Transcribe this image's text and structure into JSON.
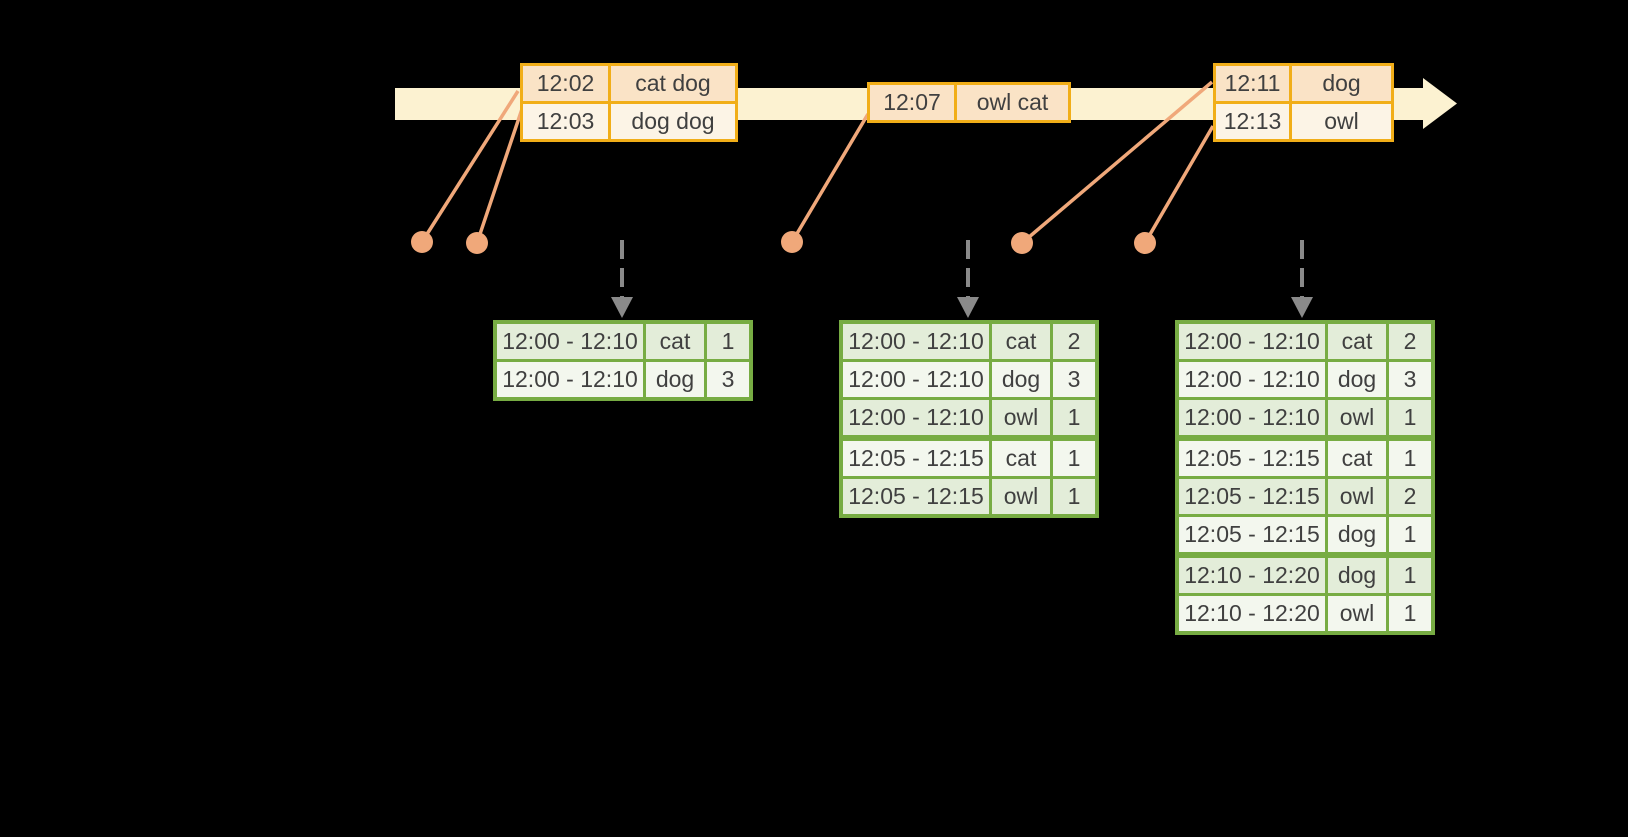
{
  "colors": {
    "background": "#000000",
    "timeline-bar": "#FCF2D1",
    "event-border": "#F1AE18",
    "event-row-dark": "#FAE3C6",
    "event-row-light": "#FCF4E6",
    "event-marker": "#F0A87A",
    "trigger-arrow": "#8A8A8A",
    "result-border": "#77AC43",
    "result-row-dark": "#E3EDD9",
    "result-row-light": "#F3F7EE",
    "cell-text": "#404040"
  },
  "event_tables": [
    {
      "rows": [
        {
          "time": "12:02",
          "words": "cat dog"
        },
        {
          "time": "12:03",
          "words": "dog dog"
        }
      ]
    },
    {
      "rows": [
        {
          "time": "12:07",
          "words": "owl cat"
        }
      ]
    },
    {
      "rows": [
        {
          "time": "12:11",
          "words": "dog"
        },
        {
          "time": "12:13",
          "words": "owl"
        }
      ]
    }
  ],
  "result_tables": [
    {
      "rows": [
        {
          "window": "12:00 - 12:10",
          "word": "cat",
          "count": "1"
        },
        {
          "window": "12:00 - 12:10",
          "word": "dog",
          "count": "3"
        }
      ]
    },
    {
      "rows": [
        {
          "window": "12:00 - 12:10",
          "word": "cat",
          "count": "2"
        },
        {
          "window": "12:00 - 12:10",
          "word": "dog",
          "count": "3"
        },
        {
          "window": "12:00 - 12:10",
          "word": "owl",
          "count": "1"
        },
        {
          "window": "12:05 - 12:15",
          "word": "cat",
          "count": "1"
        },
        {
          "window": "12:05 - 12:15",
          "word": "owl",
          "count": "1"
        }
      ]
    },
    {
      "rows": [
        {
          "window": "12:00 - 12:10",
          "word": "cat",
          "count": "2"
        },
        {
          "window": "12:00 - 12:10",
          "word": "dog",
          "count": "3"
        },
        {
          "window": "12:00 - 12:10",
          "word": "owl",
          "count": "1"
        },
        {
          "window": "12:05 - 12:15",
          "word": "cat",
          "count": "1"
        },
        {
          "window": "12:05 - 12:15",
          "word": "owl",
          "count": "2"
        },
        {
          "window": "12:05 - 12:15",
          "word": "dog",
          "count": "1"
        },
        {
          "window": "12:10 - 12:20",
          "word": "dog",
          "count": "1"
        },
        {
          "window": "12:10 - 12:20",
          "word": "owl",
          "count": "1"
        }
      ]
    }
  ]
}
